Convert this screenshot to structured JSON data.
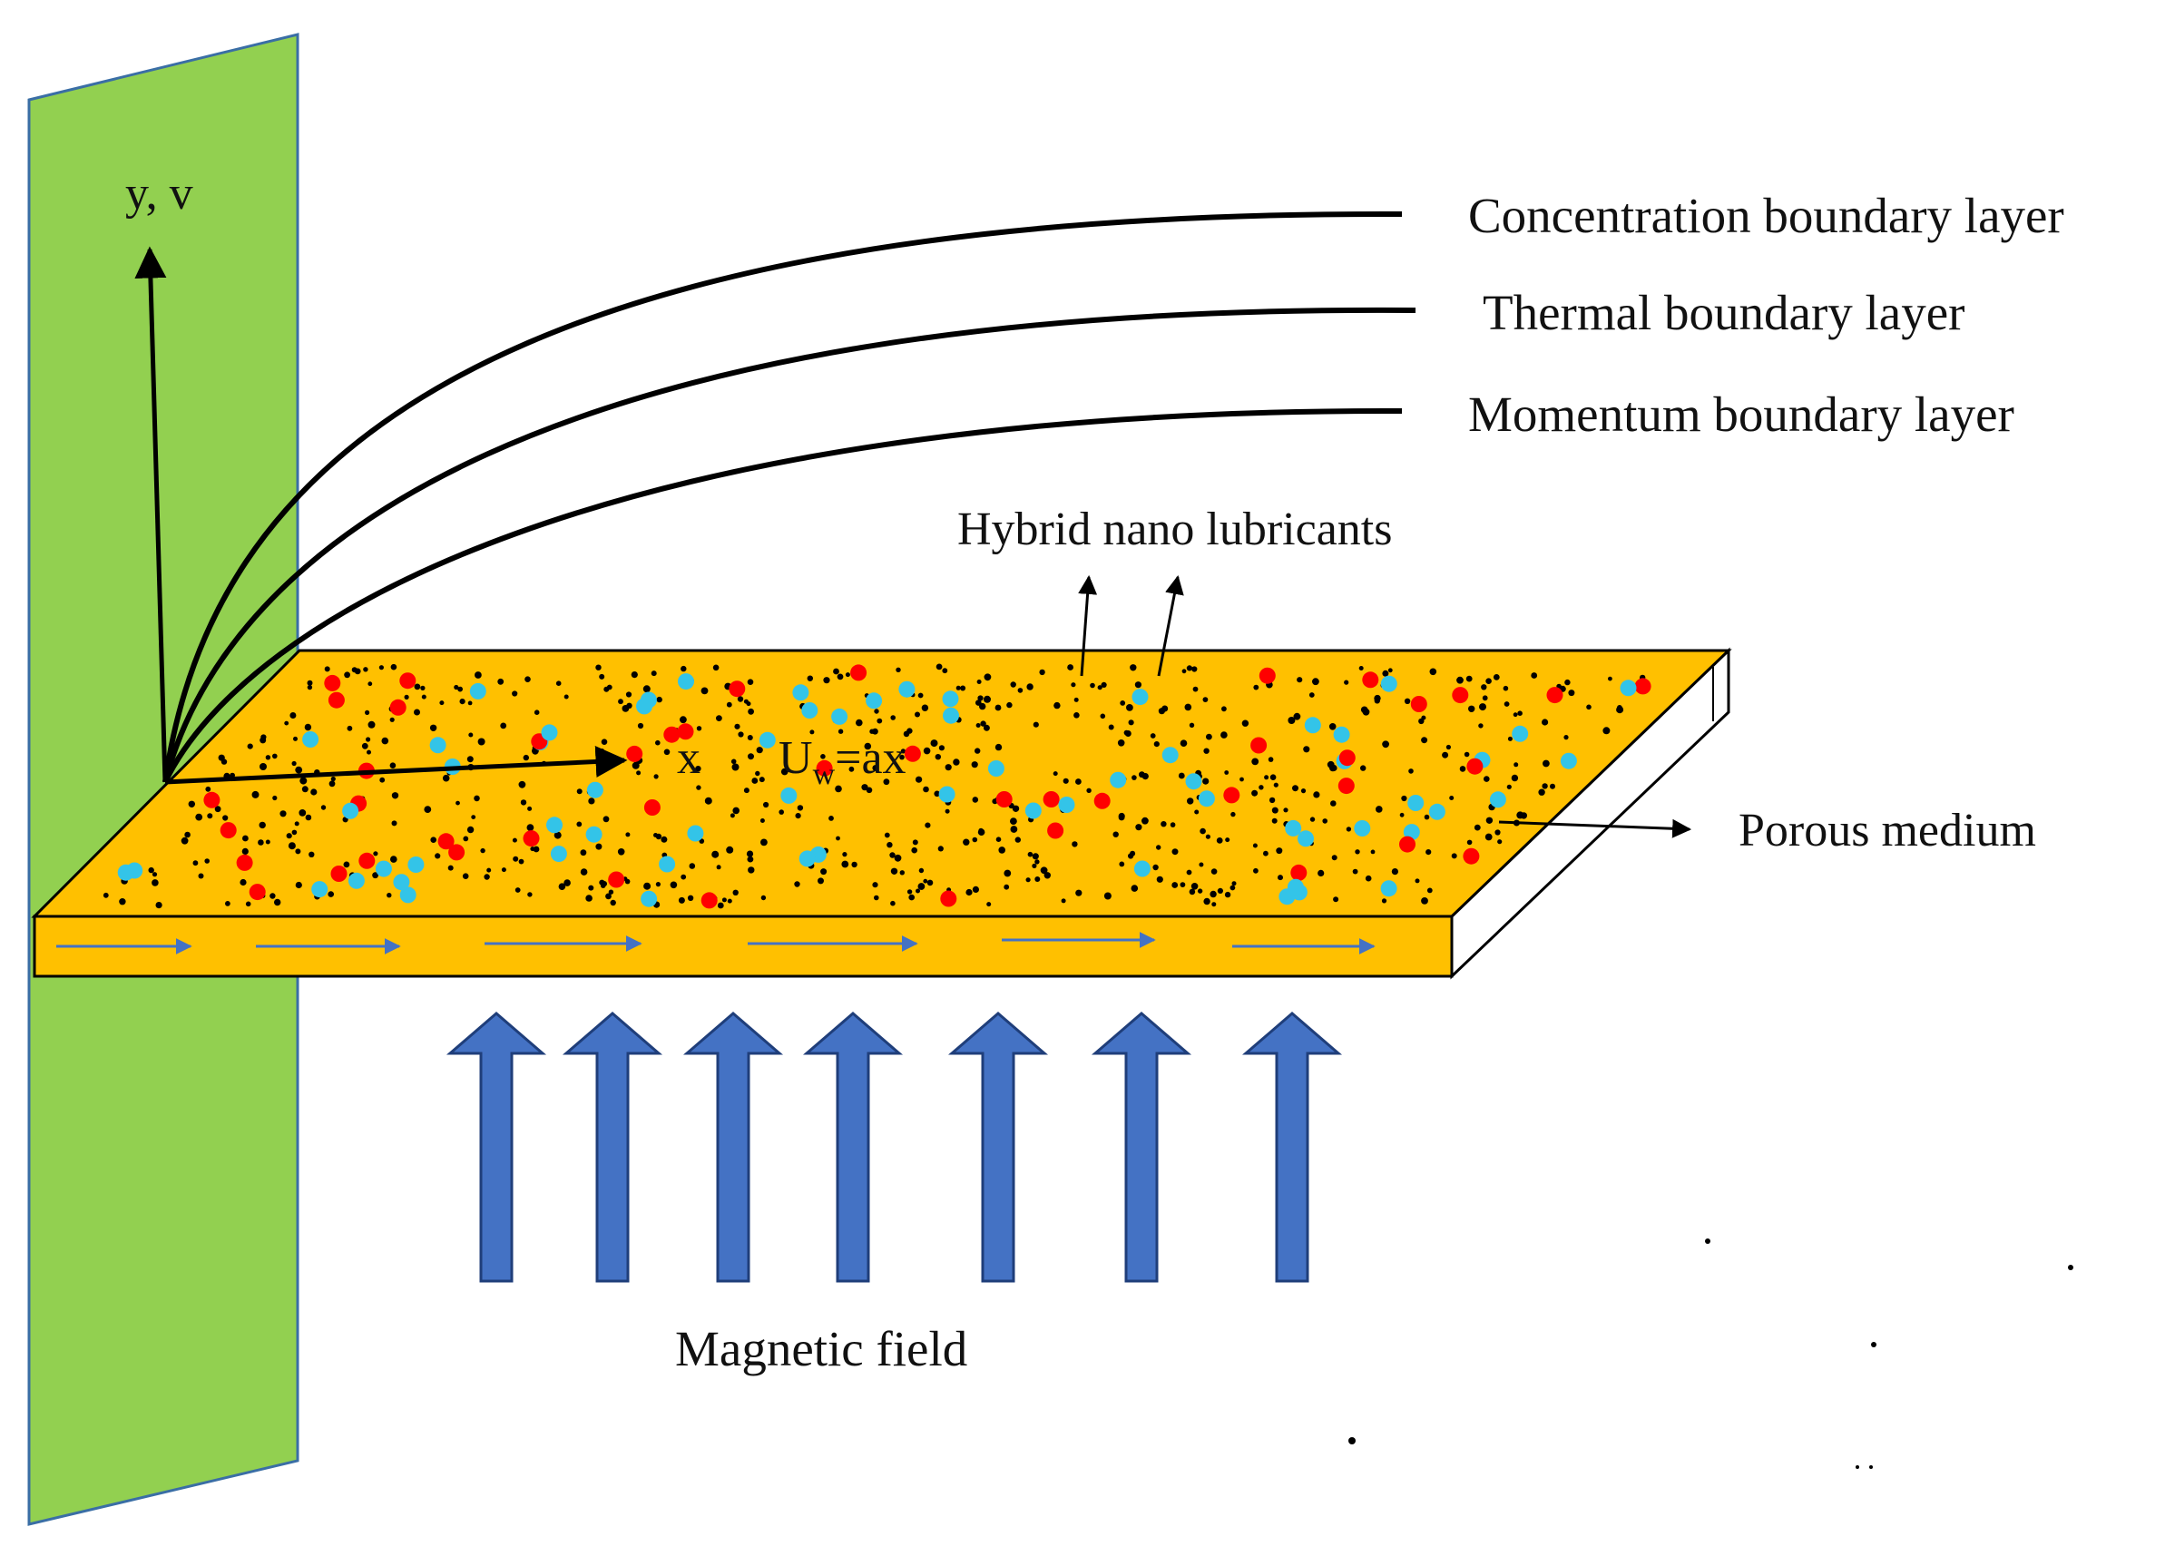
{
  "labels": {
    "axis_y": "y, v",
    "axis_x": "x",
    "velocity_base": "U",
    "velocity_sub": "w",
    "velocity_rest": "=ax",
    "concentration": "Concentration boundary layer",
    "thermal": "Thermal boundary layer",
    "momentum": "Momentum boundary layer",
    "hybrid": "Hybrid nano lubricants",
    "porous": "Porous medium",
    "magnetic": "Magnetic field"
  },
  "colors": {
    "wall": "#92d050",
    "sheet": "#ffc000",
    "flow_arrow": "#4472c4",
    "magnetic_arrow": "#4472c4",
    "particle_red": "#ff0000",
    "particle_blue": "#33c4e8",
    "pore": "#000000",
    "line": "#000000"
  },
  "icons": {
    "flow_arrows": "right-arrow-icon",
    "magnetic_arrows": "up-block-arrow-icon"
  }
}
